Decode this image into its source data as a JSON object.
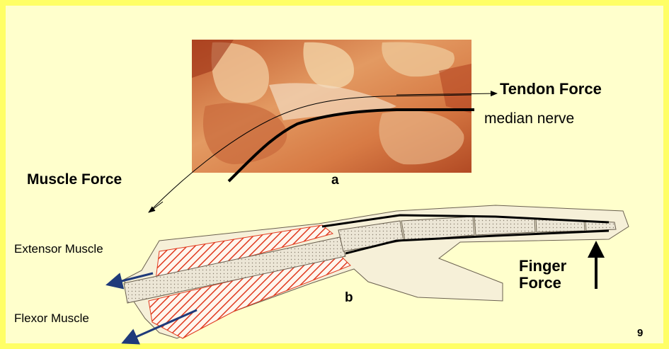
{
  "labels": {
    "tendon_force": "Tendon Force",
    "median_nerve": "median nerve",
    "muscle_force": "Muscle Force",
    "figure_a": "a",
    "figure_b": "b",
    "extensor_muscle": "Extensor Muscle",
    "flexor_muscle": "Flexor Muscle",
    "finger_force_line1": "Finger",
    "finger_force_line2": "Force",
    "page_number": "9"
  },
  "colors": {
    "background": "#ffffcc",
    "border": "#ffff66",
    "muscle_hatch": "#e03a1e",
    "bone_fill": "#e8e2d2",
    "tissue_fill": "#f6f0d8",
    "force_arrow": "#1f3a7a",
    "photo_base": "#d88a52"
  },
  "icons": [
    "force-arrow-icon",
    "anatomy-photo",
    "finger-diagram"
  ]
}
